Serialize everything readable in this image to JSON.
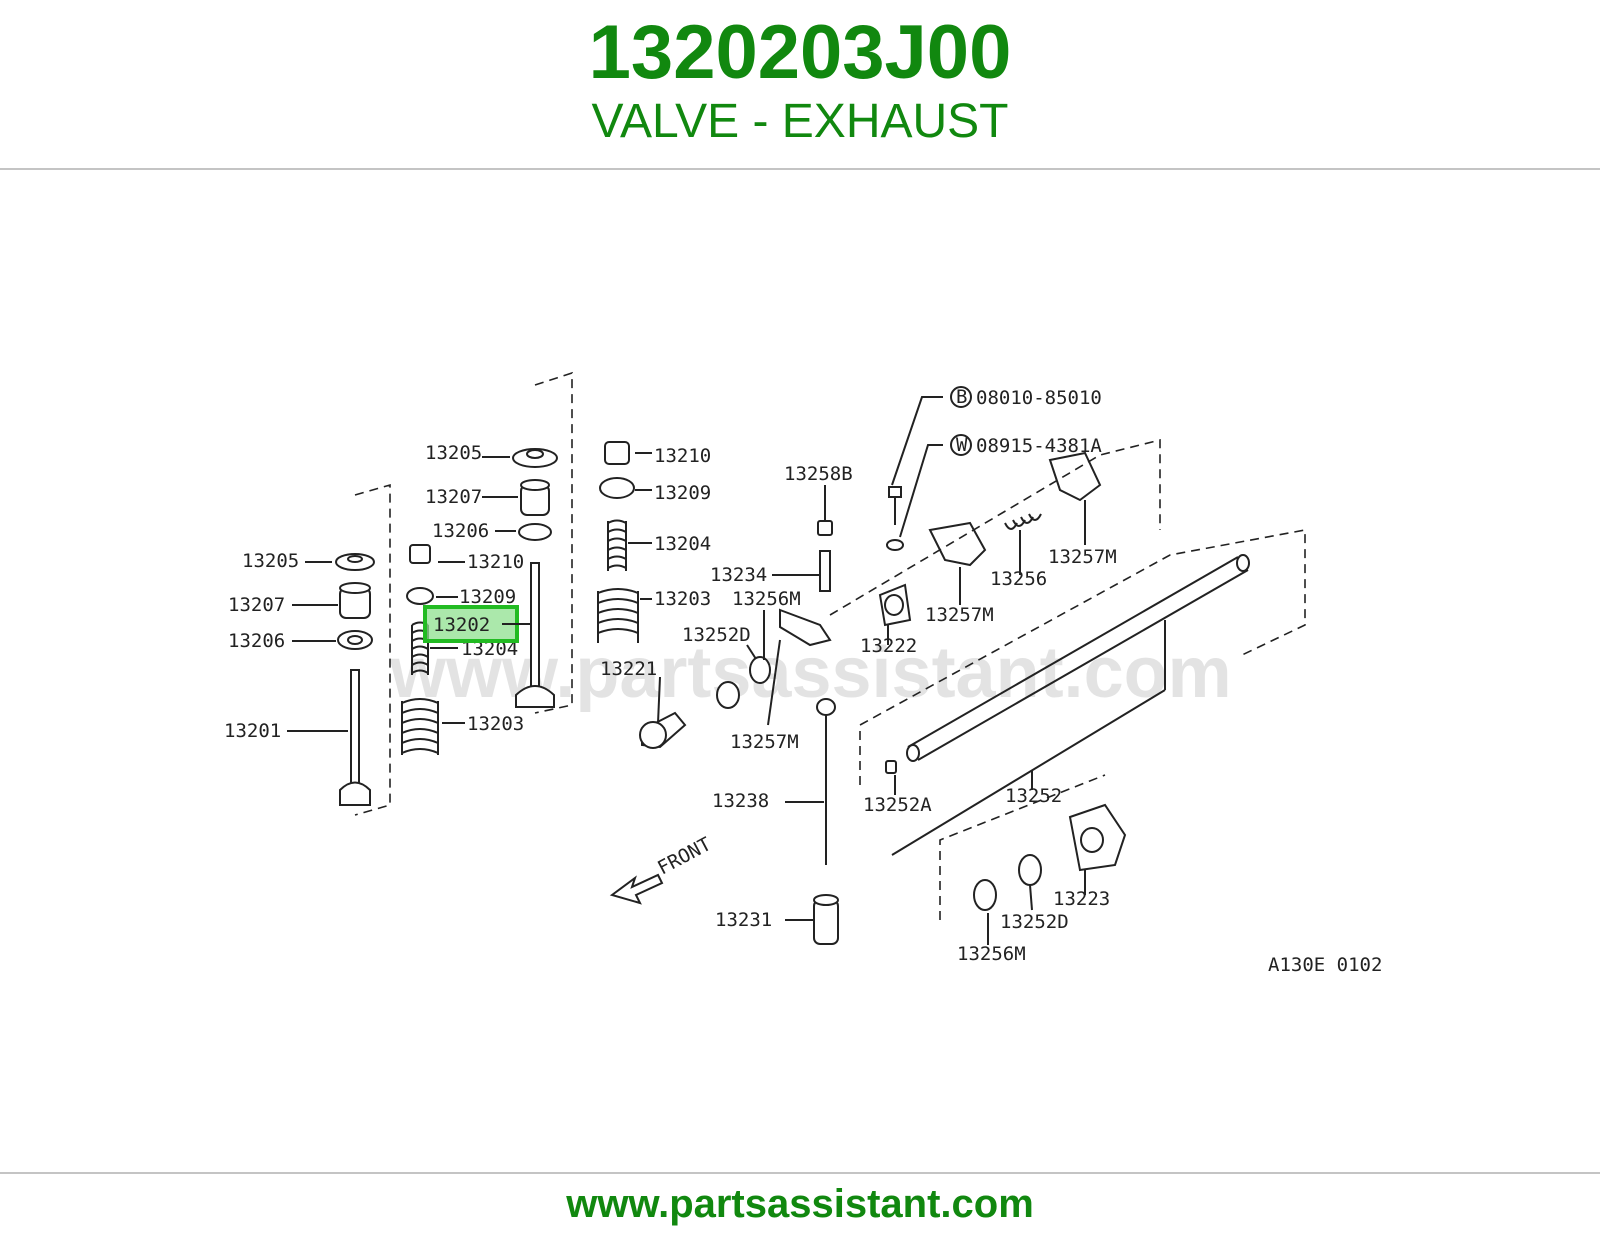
{
  "header": {
    "part_number": "1320203J00",
    "part_name": "VALVE - EXHAUST"
  },
  "diagram": {
    "watermark": "www.partsassistant.com",
    "highlighted_callout": "13202",
    "callouts": {
      "c13205a": "13205",
      "c13207a": "13207",
      "c13206a": "13206",
      "c13201": "13201",
      "c13205b": "13205",
      "c13207b": "13207",
      "c13206b": "13206",
      "c13210a": "13210",
      "c13209a": "13209",
      "c13202": "13202",
      "c13204a": "13204",
      "c13203a": "13203",
      "c13210b": "13210",
      "c13209b": "13209",
      "c13204b": "13204",
      "c13203b": "13203",
      "c13258b": "13258B",
      "c13234": "13234",
      "c13256m_a": "13256M",
      "c13252d_a": "13252D",
      "c13221": "13221",
      "c13257m_a": "13257M",
      "c13238": "13238",
      "c13231": "13231",
      "c13222": "13222",
      "c13257m_b": "13257M",
      "c13256": "13256",
      "c13257m_c": "13257M",
      "c13252a": "13252A",
      "c13252": "13252",
      "c13223": "13223",
      "c13252d_b": "13252D",
      "c13256m_b": "13256M",
      "bolt": "08010-85010",
      "bolt_marker": "B",
      "washer": "08915-4381A",
      "washer_marker": "W",
      "front": "FRONT",
      "figure_code": "A130E 0102"
    },
    "highlight_color": "#22bb22"
  },
  "footer": {
    "url": "www.partsassistant.com"
  }
}
